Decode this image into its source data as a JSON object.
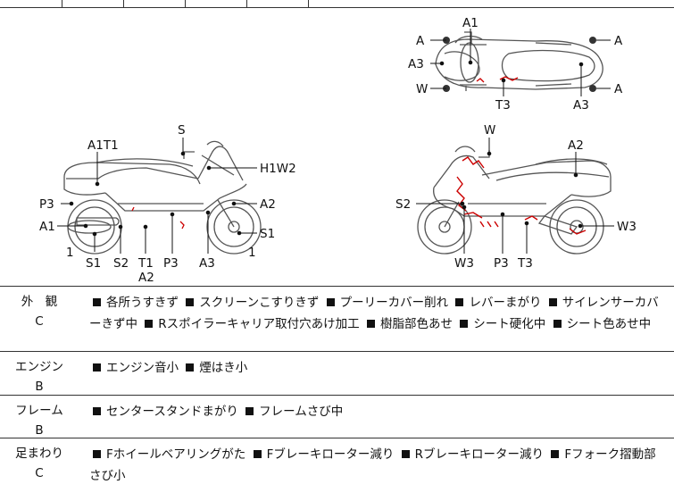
{
  "diagram": {
    "top_view_labels": {
      "a1": "A1",
      "a_left": "A",
      "a3_left": "A3",
      "w_left": "W",
      "t3": "T3",
      "a3_right": "A3",
      "a_right_top": "A",
      "a_right_bottom": "A"
    },
    "left_view_labels": {
      "s": "S",
      "a1t1": "A1T1",
      "h1w2": "H1W2",
      "p3_left": "P3",
      "a2_right": "A2",
      "a1": "A1",
      "s1_right": "S1",
      "one_left": "1",
      "one_right": "1",
      "s1_bottom": "S1",
      "s2": "S2",
      "t1": "T1",
      "a2_bottom": "A2",
      "p3_bottom": "P3",
      "a3": "A3"
    },
    "right_view_labels": {
      "w": "W",
      "a2": "A2",
      "s2": "S2",
      "w3_right": "W3",
      "w3_bottom": "W3",
      "p3": "P3",
      "t3": "T3"
    }
  },
  "rows": [
    {
      "name": "外　観",
      "grade": "C",
      "items": [
        "各所うすきず",
        "スクリーンこすりきず",
        "プーリーカバー削れ",
        "レバーまがり",
        "サイレンサーカバーきず中",
        "Rスポイラーキャリア取付穴あけ加工",
        "樹脂部色あせ",
        "シート硬化中",
        "シート色あせ中"
      ]
    },
    {
      "name": "エンジン",
      "grade": "B",
      "items": [
        "エンジン音小",
        "煙はき小"
      ]
    },
    {
      "name": "フレーム",
      "grade": "B",
      "items": [
        "センタースタンドまがり",
        "フレームさび中"
      ]
    },
    {
      "name": "足まわり",
      "grade": "C",
      "items": [
        "Fホイールベアリングがた",
        "Fブレーキローター減り",
        "Rブレーキローター減り",
        "Fフォーク摺動部さび小"
      ]
    }
  ]
}
